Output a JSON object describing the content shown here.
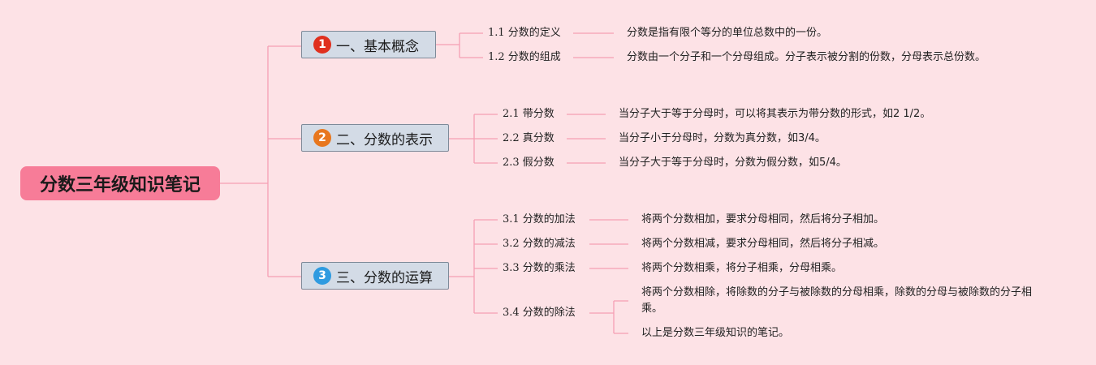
{
  "root": {
    "title": "分数三年级知识笔记"
  },
  "colors": {
    "line": "#f59fb4",
    "root_fill": "#f77c98",
    "badge_1": "#e0301e",
    "badge_2": "#e8771e",
    "badge_3": "#2f9be0"
  },
  "branches": [
    {
      "number": "1",
      "label": "一、基本概念",
      "topics": [
        {
          "label": "1.1 分数的定义",
          "notes": [
            "分数是指有限个等分的单位总数中的一份。"
          ]
        },
        {
          "label": "1.2 分数的组成",
          "notes": [
            "分数由一个分子和一个分母组成。分子表示被分割的份数，分母表示总份数。"
          ]
        }
      ]
    },
    {
      "number": "2",
      "label": "二、分数的表示",
      "topics": [
        {
          "label": "2.1 带分数",
          "notes": [
            "当分子大于等于分母时，可以将其表示为带分数的形式，如2 1/2。"
          ]
        },
        {
          "label": "2.2 真分数",
          "notes": [
            "当分子小于分母时，分数为真分数，如3/4。"
          ]
        },
        {
          "label": "2.3 假分数",
          "notes": [
            "当分子大于等于分母时，分数为假分数，如5/4。"
          ]
        }
      ]
    },
    {
      "number": "3",
      "label": "三、分数的运算",
      "topics": [
        {
          "label": "3.1 分数的加法",
          "notes": [
            "将两个分数相加，要求分母相同，然后将分子相加。"
          ]
        },
        {
          "label": "3.2 分数的减法",
          "notes": [
            "将两个分数相减，要求分母相同，然后将分子相减。"
          ]
        },
        {
          "label": "3.3 分数的乘法",
          "notes": [
            "将两个分数相乘，将分子相乘，分母相乘。"
          ]
        },
        {
          "label": "3.4 分数的除法",
          "notes": [
            "将两个分数相除，将除数的分子与被除数的分母相乘，除数的分母与被除数的分子相乘。",
            "以上是分数三年级知识的笔记。"
          ]
        }
      ]
    }
  ]
}
